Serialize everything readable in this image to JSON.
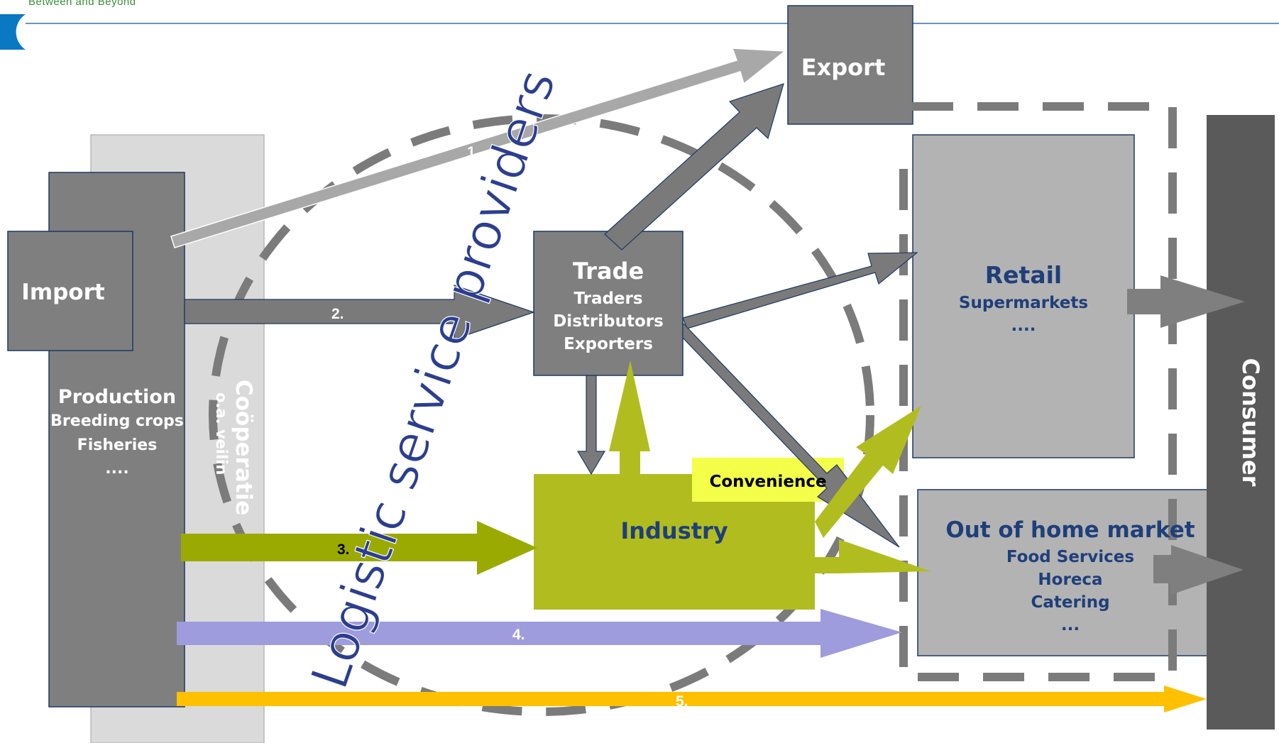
{
  "header": {
    "tagline": "Between and Beyond"
  },
  "boxes": {
    "export": {
      "title": "Export"
    },
    "import": {
      "title": "Import"
    },
    "production": {
      "title": "Production",
      "lines": [
        "Breeding crops",
        "Fisheries",
        "...."
      ]
    },
    "cooperatie": {
      "title": "Coöperatie",
      "subtitle": "o.a. veilin"
    },
    "trade": {
      "title": "Trade",
      "lines": [
        "Traders",
        "Distributors",
        "Exporters"
      ]
    },
    "industry": {
      "title": "Industry"
    },
    "convenience": {
      "title": "Convenience"
    },
    "retail": {
      "title": "Retail",
      "lines": [
        "Supermarkets",
        "...."
      ]
    },
    "out_of_home": {
      "title": "Out of home market",
      "lines": [
        "Food Services",
        "Horeca",
        "Catering",
        "..."
      ]
    },
    "consumer": {
      "title": "Consumer"
    }
  },
  "overlay_label": "Logistic service providers",
  "flows": [
    {
      "label": "1.",
      "color": "#a8a8a8"
    },
    {
      "label": "2.",
      "color": "#7a7a7a"
    },
    {
      "label": "3.",
      "color": "#9aaa00"
    },
    {
      "label": "4.",
      "color": "#9e9cdd"
    },
    {
      "label": "5.",
      "color": "#ffc000"
    }
  ],
  "colors": {
    "dark_box": "#7f7f7f",
    "light_box": "#b3b3b3",
    "consumer": "#5a5a5a",
    "industry": "#b1bd1f",
    "convenience": "#f4ff4a",
    "navy_text": "#1f3f7a",
    "dashed_gray": "#7b7b7b"
  }
}
